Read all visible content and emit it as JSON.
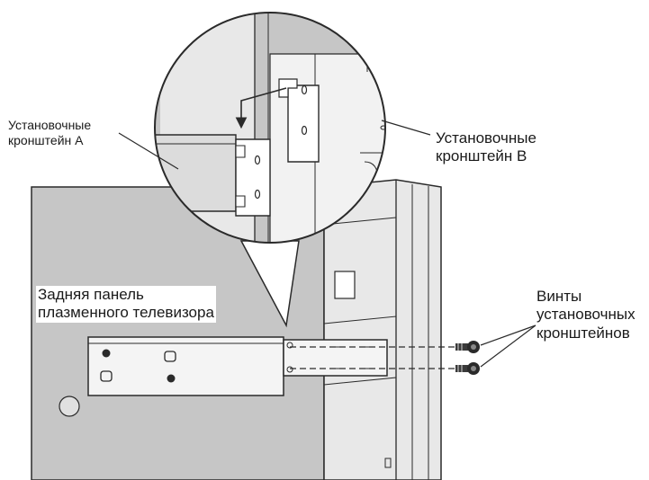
{
  "labels": {
    "bracket_a": [
      "Установочные",
      "кронштейн А"
    ],
    "bracket_b": [
      "Установочные",
      "кронштейн В"
    ],
    "rear_panel": [
      "Задняя панель",
      "плазменного телевизора"
    ],
    "screws": [
      "Винты",
      "установочных",
      "кронштейнов"
    ]
  },
  "colors": {
    "panel_fill": "#c6c6c6",
    "panel_fill_light": "#e8e8e8",
    "line": "#2a2a2a",
    "background": "#ffffff"
  }
}
